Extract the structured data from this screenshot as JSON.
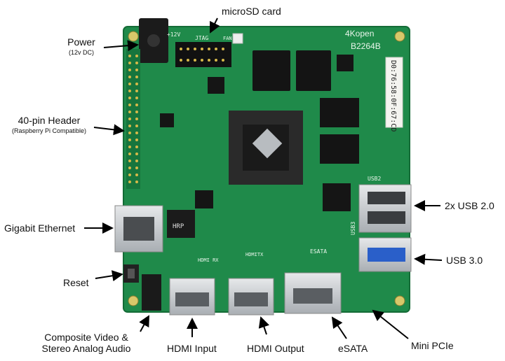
{
  "labels": {
    "microsd": "microSD card",
    "power": "Power",
    "power_sub": "(12v DC)",
    "header40": "40-pin Header",
    "header40_sub": "(Raspberry Pi Compatible)",
    "ethernet": "Gigabit Ethernet",
    "reset": "Reset",
    "composite_line1": "Composite Video &",
    "composite_line2": "Stereo Analog Audio",
    "hdmi_in": "HDMI Input",
    "hdmi_out": "HDMI Output",
    "esata": "eSATA",
    "minipcie": "Mini PCIe",
    "usb2": "2x USB 2.0",
    "usb3": "USB 3.0"
  },
  "board": {
    "brand": "4Kopen",
    "model": "B2264B",
    "mac": "D0:76:58:0F:67:CD",
    "silk_12v": "+12V",
    "silk_jtag": "JTAG",
    "silk_fan": "FAN",
    "silk_usb2": "USB2",
    "silk_usb3": "USB3",
    "silk_hdmirx": "HDMI RX",
    "silk_hdmitx": "HDMITX",
    "silk_esata": "ESATA",
    "eth_chip": "HRP"
  },
  "colors": {
    "pcb": "#1f8a4a",
    "pcb_dark": "#146b36",
    "silver": "#c9cdd1",
    "usb3_blue": "#2a5fc9"
  }
}
